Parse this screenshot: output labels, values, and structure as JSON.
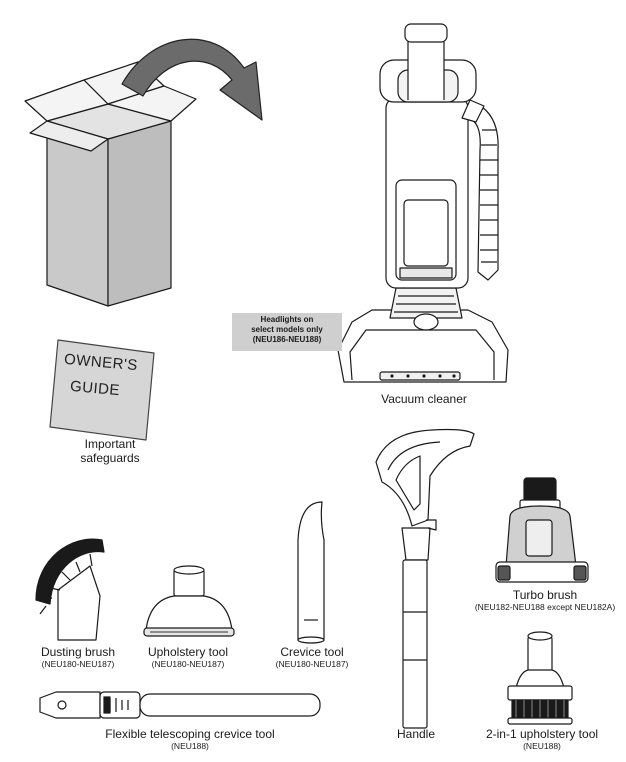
{
  "guide": {
    "line1": "OWNER'S",
    "line2": "GUIDE"
  },
  "headlights": {
    "line1": "Headlights on",
    "line2": "select models only",
    "line3": "(NEU186-NEU188)"
  },
  "labels": {
    "vacuum": "Vacuum cleaner",
    "safeguards_1": "Important",
    "safeguards_2": "safeguards",
    "dusting": "Dusting brush",
    "dusting_sub": "(NEU180-NEU187)",
    "upholstery": "Upholstery tool",
    "upholstery_sub": "(NEU180-NEU187)",
    "crevice": "Crevice tool",
    "crevice_sub": "(NEU180-NEU187)",
    "turbo": "Turbo brush",
    "turbo_sub": "(NEU182-NEU188 except NEU182A)",
    "telescoping": "Flexible telescoping crevice tool",
    "telescoping_sub": "(NEU188)",
    "handle": "Handle",
    "twoin1": "2-in-1 upholstery tool",
    "twoin1_sub": "(NEU188)"
  }
}
